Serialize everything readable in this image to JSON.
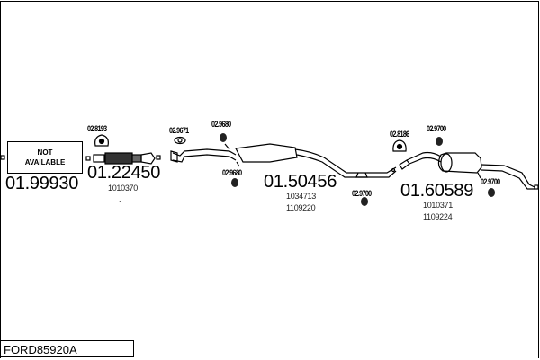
{
  "title": "FORD85920A",
  "not_available": {
    "line1": "NOT",
    "line2": "AVAILABLE",
    "part": "01.99930"
  },
  "parts": [
    {
      "number": "01.22450",
      "refs": [
        "1010370"
      ]
    },
    {
      "number": "01.50456",
      "refs": [
        "1034713",
        "1109220"
      ]
    },
    {
      "number": "01.60589",
      "refs": [
        "1010371",
        "1109224"
      ]
    }
  ],
  "accessories": [
    "02.8193",
    "02.9671",
    "02.9680",
    "02.9680",
    "02.9700",
    "02.8186",
    "02.9700",
    "02.9700"
  ],
  "mark": "."
}
